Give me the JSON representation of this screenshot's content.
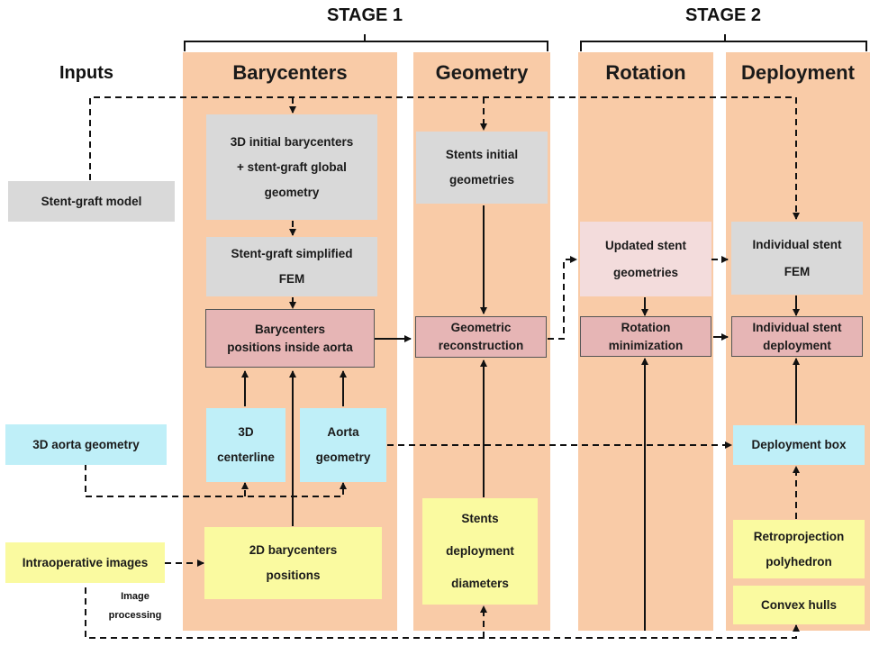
{
  "stages": [
    "STAGE 1",
    "STAGE 2"
  ],
  "inputs_title": "Inputs",
  "columns": [
    "Barycenters",
    "Geometry",
    "Rotation",
    "Deployment"
  ],
  "boxes": {
    "stent_graft_model": "Stent-graft model",
    "aorta_3d": "3D aorta geometry",
    "intraop_images": "Intraoperative images",
    "initial_bary": [
      "3D initial barycenters",
      "+ stent-graft global",
      "geometry"
    ],
    "simplified_fem": [
      "Stent-graft simplified",
      "FEM"
    ],
    "bary_positions": [
      "Barycenters",
      "positions inside aorta"
    ],
    "centerline": [
      "3D",
      "centerline"
    ],
    "aorta_geom": [
      "Aorta",
      "geometry"
    ],
    "bary_2d": [
      "2D barycenters",
      "positions"
    ],
    "stents_initial": [
      "Stents initial",
      "geometries"
    ],
    "geom_recon": [
      "Geometric",
      "reconstruction"
    ],
    "stents_diam": [
      "Stents",
      "deployment",
      "diameters"
    ],
    "updated_stent": [
      "Updated stent",
      "geometries"
    ],
    "rotation_min": [
      "Rotation",
      "minimization"
    ],
    "indiv_fem": [
      "Individual stent",
      "FEM"
    ],
    "indiv_deploy": [
      "Individual stent",
      "deployment"
    ],
    "deploy_box": "Deployment box",
    "retro_poly": [
      "Retroprojection",
      "polyhedron"
    ],
    "convex_hulls": "Convex hulls"
  },
  "notes": {
    "image_processing": [
      "Image",
      "processing"
    ]
  }
}
